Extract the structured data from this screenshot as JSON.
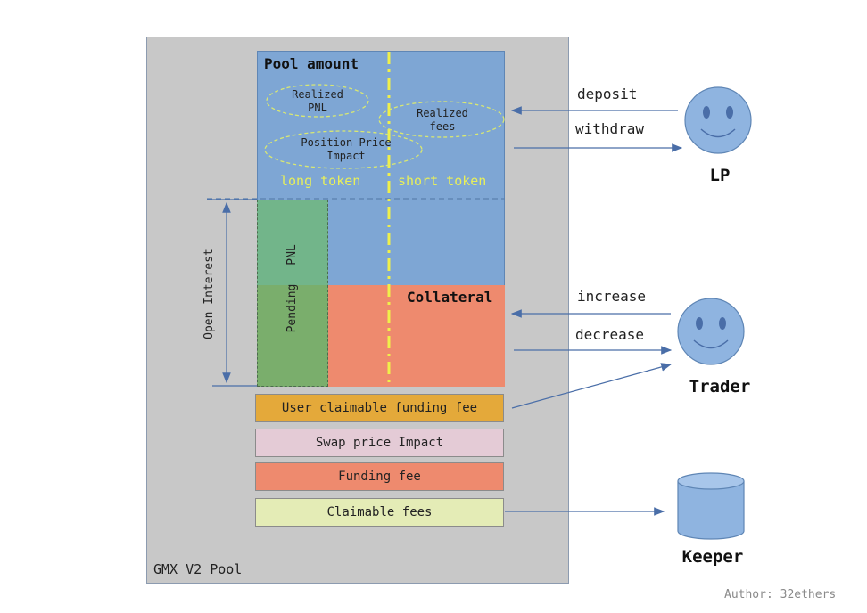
{
  "diagram": {
    "pool_label": "GMX V2 Pool",
    "pool_amount_title": "Pool amount",
    "realized_pnl_label": "Realized\nPNL",
    "realized_fees_label": "Realized\nfees",
    "position_impact_label": "Position Price\nImpact",
    "long_token_label": "long token",
    "short_token_label": "short token",
    "open_interest_label": "Open Interest",
    "pnl_label": "PNL",
    "pending_label": "Pending",
    "collateral_title": "Collateral",
    "bars": {
      "user_claimable": "User claimable funding fee",
      "swap_impact": "Swap price Impact",
      "funding_fee": "Funding fee",
      "claimable_fees": "Claimable fees"
    },
    "flows": {
      "deposit": "deposit",
      "withdraw": "withdraw",
      "increase": "increase",
      "decrease": "decrease"
    },
    "actors": {
      "lp": "LP",
      "trader": "Trader",
      "keeper": "Keeper"
    },
    "author": "Author: 32ethers"
  },
  "colors": {
    "pool_amount": "#7ea6d4",
    "collateral": "#ee8a6e",
    "pnl": "#72b58a",
    "pending": "#7aae6c",
    "user_claimable": "#e4a93a",
    "swap_impact": "#e4cbd6",
    "funding_fee": "#ee8a6e",
    "claimable_fees": "#e4ecb6",
    "token_line": "#f0f04a",
    "actor_fill": "#8fb4e0",
    "arrow": "#4a6ea8"
  },
  "icons": {
    "lp": "smiley-face-icon",
    "trader": "smiley-face-icon",
    "keeper": "database-cylinder-icon"
  }
}
